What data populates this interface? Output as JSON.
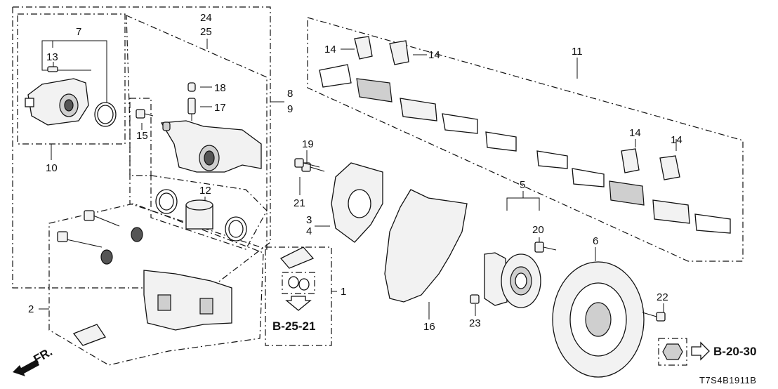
{
  "diagram_code": "T7S4B1911B",
  "references": {
    "ref_1": "B-25-21",
    "ref_2": "B-20-30"
  },
  "direction_label": "FR.",
  "callouts": {
    "c1": "1",
    "c2": "2",
    "c3": "3",
    "c4": "4",
    "c5": "5",
    "c6": "6",
    "c7": "7",
    "c8": "8",
    "c9": "9",
    "c10": "10",
    "c11": "11",
    "c12": "12",
    "c13": "13",
    "c14a": "14",
    "c14b": "14",
    "c14c": "14",
    "c14d": "14",
    "c15": "15",
    "c16": "16",
    "c17": "17",
    "c18": "18",
    "c19": "19",
    "c20": "20",
    "c21": "21",
    "c22": "22",
    "c23": "23",
    "c24": "24",
    "c25": "25"
  }
}
